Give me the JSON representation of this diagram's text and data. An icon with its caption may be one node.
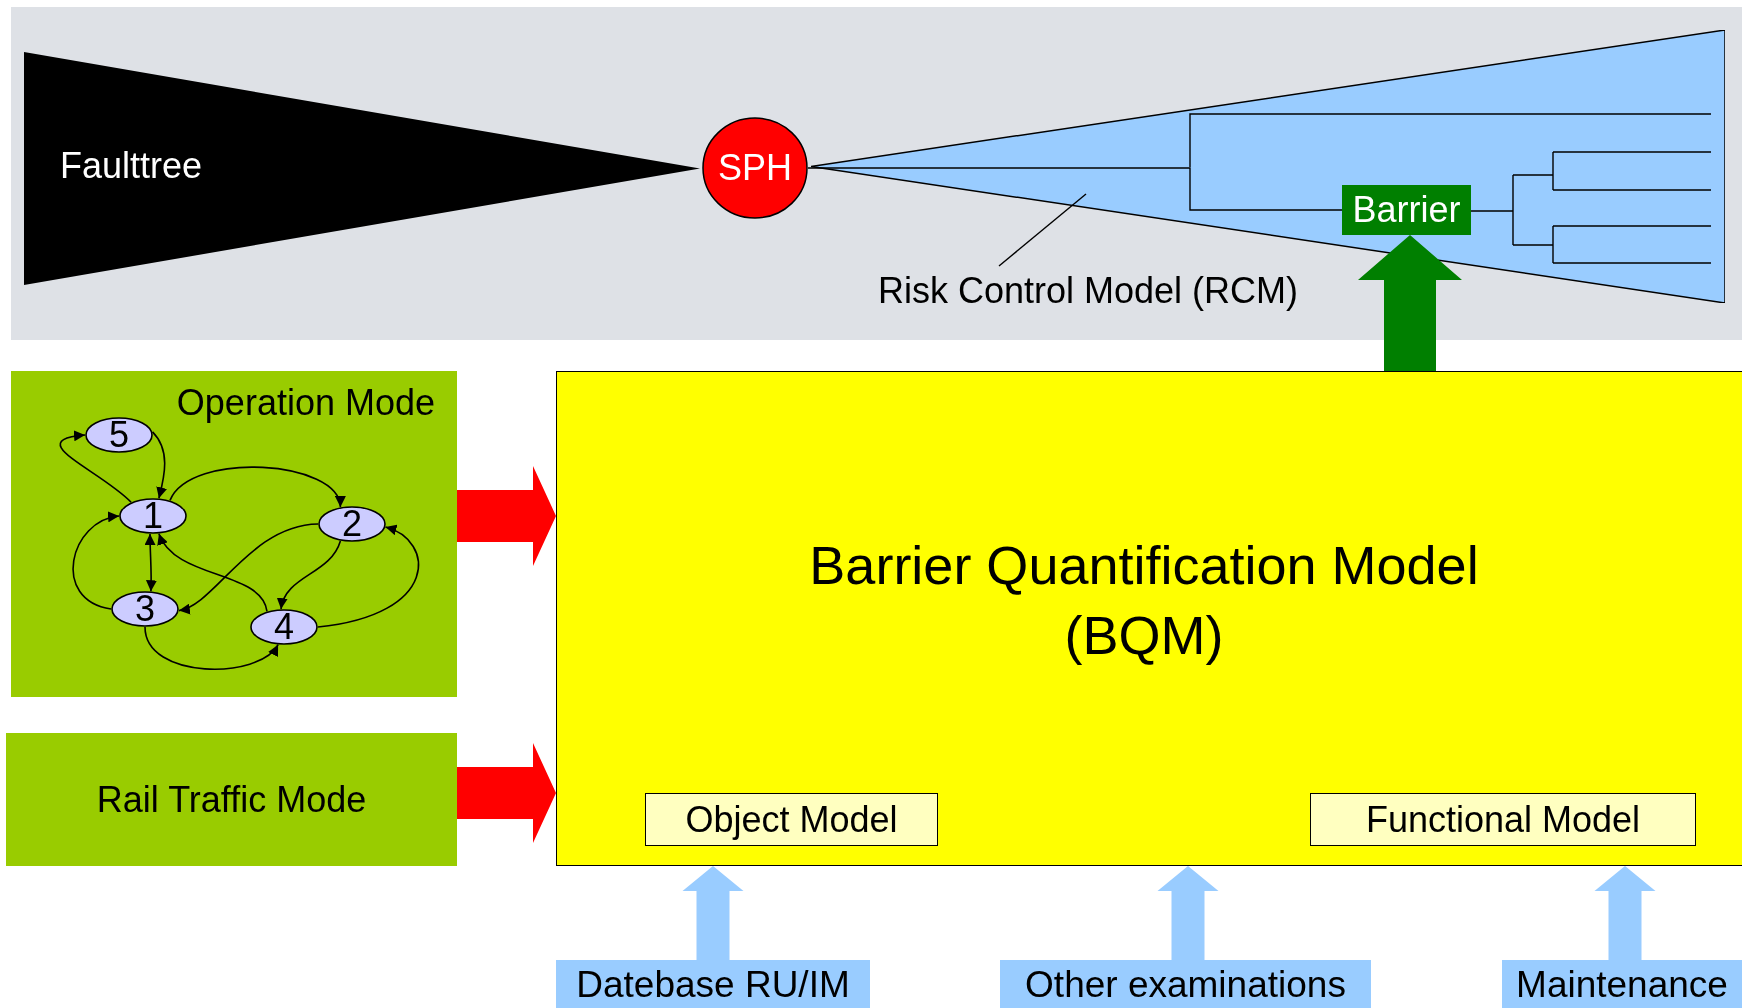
{
  "diagram": {
    "nodes": [
      {
        "text": [
          "Faulttree"
        ]
      },
      {
        "text": [
          "SPH"
        ]
      },
      {
        "text": [],
        "shape": "triangle"
      },
      {
        "text": [
          "Barrier"
        ],
        "in": 2
      },
      {
        "text": [
          "Risk Control Model (RCM)"
        ]
      },
      {
        "text": [
          "Operation Mode"
        ]
      },
      {
        "text": [
          "5"
        ],
        "in": 5
      },
      {
        "text": [
          "1"
        ],
        "in": 5
      },
      {
        "text": [
          "2"
        ],
        "in": 5
      },
      {
        "text": [
          "3"
        ],
        "in": 5
      },
      {
        "text": [
          "4"
        ],
        "in": 5
      },
      {
        "text": [
          "Rail Traffic Mode"
        ]
      },
      {
        "text": [
          "Barrier Quantification Model (BQM)"
        ]
      },
      {
        "text": [
          "Object Model"
        ],
        "in": 12
      },
      {
        "text": [
          "Functional Model"
        ],
        "in": 12
      },
      {
        "text": [
          "Datebase RU/IM"
        ]
      },
      {
        "text": [
          "Other examinations"
        ]
      },
      {
        "text": [
          "Maintenance"
        ]
      }
    ],
    "edges": [
      {
        "from": 4,
        "to": 2,
        "arrow": "none"
      },
      {
        "from": 1,
        "to": 3,
        "arrow": "none"
      },
      {
        "from": 7,
        "to": 6,
        "arrow": "to"
      },
      {
        "from": 6,
        "to": 7,
        "arrow": "to"
      },
      {
        "from": 7,
        "to": 8,
        "arrow": "to"
      },
      {
        "from": 7,
        "to": 9,
        "arrow": "both"
      },
      {
        "from": 8,
        "to": 9,
        "arrow": "to"
      },
      {
        "from": 10,
        "to": 7,
        "arrow": "to"
      },
      {
        "from": 8,
        "to": 10,
        "arrow": "to"
      },
      {
        "from": 9,
        "to": 7,
        "arrow": "to"
      },
      {
        "from": 9,
        "to": 10,
        "arrow": "to"
      },
      {
        "from": 10,
        "to": 8,
        "arrow": "to"
      },
      {
        "from": 5,
        "to": 12,
        "arrow": "to",
        "style": "thick",
        "color": "#ff0000"
      },
      {
        "from": 11,
        "to": 12,
        "arrow": "to",
        "style": "thick",
        "color": "#ff0000"
      },
      {
        "from": 12,
        "to": 3,
        "arrow": "to",
        "style": "thick",
        "color": "#007f00"
      },
      {
        "from": 15,
        "to": 12,
        "arrow": "to",
        "style": "thick",
        "color": "#99ccff"
      },
      {
        "from": 16,
        "to": 12,
        "arrow": "to",
        "style": "thick",
        "color": "#99ccff"
      },
      {
        "from": 17,
        "to": 12,
        "arrow": "to",
        "style": "thick",
        "color": "#99ccff"
      }
    ]
  }
}
